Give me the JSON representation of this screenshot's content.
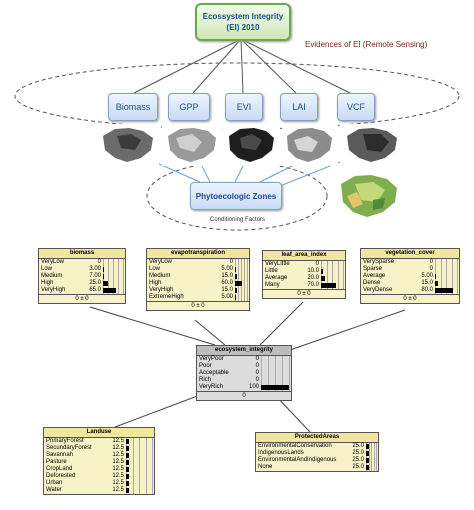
{
  "top_title": "Ecossystem Integrity (EI) 2010",
  "evidences_label": "Evidences of EI  (Remote Sensing)",
  "evidences": [
    "Biomass",
    "GPP",
    "EVI",
    "LAI",
    "VCF"
  ],
  "phyto_label": "Phytoecologic Zones",
  "conditioning_label": "Conditioning Factors",
  "nodes": {
    "biomass": {
      "title": "biomass",
      "states": [
        {
          "label": "VeryLow",
          "value": "0"
        },
        {
          "label": "Low",
          "value": "3.00"
        },
        {
          "label": "Medium",
          "value": "7.00"
        },
        {
          "label": "High",
          "value": "25.0"
        },
        {
          "label": "VeryHigh",
          "value": "65.0"
        }
      ],
      "footer": "0 ± 0"
    },
    "evapotranspiration": {
      "title": "evapotranspiration",
      "states": [
        {
          "label": "VeryLow",
          "value": "0"
        },
        {
          "label": "Low",
          "value": "5.00"
        },
        {
          "label": "Medium",
          "value": "15.0"
        },
        {
          "label": "High",
          "value": "60.0"
        },
        {
          "label": "VeryHigh",
          "value": "15.0"
        },
        {
          "label": "ExtremeHigh",
          "value": "5.00"
        }
      ],
      "footer": "0 ± 0"
    },
    "leaf_area_index": {
      "title": "leaf_area_index",
      "states": [
        {
          "label": "VeryLittle",
          "value": "0"
        },
        {
          "label": "Little",
          "value": "10.0"
        },
        {
          "label": "Average",
          "value": "20.0"
        },
        {
          "label": "Many",
          "value": "70.0"
        }
      ],
      "footer": "0 ± 0"
    },
    "vegetation_cover": {
      "title": "vegetation_cover",
      "states": [
        {
          "label": "VerySparse",
          "value": "0"
        },
        {
          "label": "Sparse",
          "value": "0"
        },
        {
          "label": "Average",
          "value": "5.00"
        },
        {
          "label": "Dense",
          "value": "15.0"
        },
        {
          "label": "VeryDense",
          "value": "80.0"
        }
      ],
      "footer": "0 ± 0"
    },
    "ecosystem_integrity": {
      "title": "ecosystem_integrity",
      "states": [
        {
          "label": "VeryPoor",
          "value": "0"
        },
        {
          "label": "Poor",
          "value": "0"
        },
        {
          "label": "Acceptable",
          "value": "0"
        },
        {
          "label": "Rich",
          "value": "0"
        },
        {
          "label": "VeryRich",
          "value": "100"
        }
      ],
      "footer": "0"
    },
    "landuse": {
      "title": "Landuse",
      "states": [
        {
          "label": "PrimaryForest",
          "value": "12.5"
        },
        {
          "label": "SecundaryForest",
          "value": "12.5"
        },
        {
          "label": "Savannah",
          "value": "12.5"
        },
        {
          "label": "Pasture",
          "value": "12.5"
        },
        {
          "label": "CropLand",
          "value": "12.5"
        },
        {
          "label": "Deforested",
          "value": "12.5"
        },
        {
          "label": "Urban",
          "value": "12.5"
        },
        {
          "label": "Water",
          "value": "12.5"
        }
      ],
      "footer": ""
    },
    "protected_areas": {
      "title": "ProtectedAreas",
      "states": [
        {
          "label": "EnvironmentalConservation",
          "value": "25.0"
        },
        {
          "label": "IndigenousLands",
          "value": "25.0"
        },
        {
          "label": "EnvironmentalAndIndigenous",
          "value": "25.0"
        },
        {
          "label": "None",
          "value": "25.0"
        }
      ],
      "footer": ""
    }
  }
}
